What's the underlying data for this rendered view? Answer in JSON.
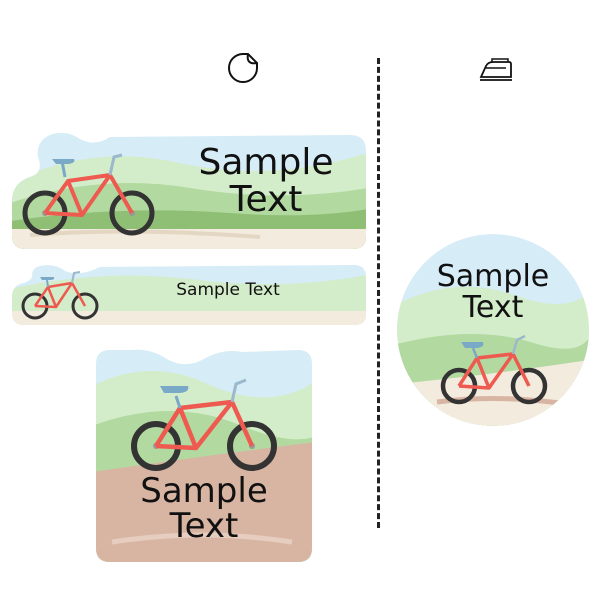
{
  "icons": {
    "left_column": "sticker-peel-icon",
    "right_column": "iron-icon"
  },
  "labels": {
    "large_rectangle": {
      "line1": "Sample",
      "line2": "Text"
    },
    "small_rectangle": {
      "text": "Sample Text"
    },
    "square": {
      "line1": "Sample",
      "line2": "Text"
    },
    "circle": {
      "line1": "Sample",
      "line2": "Text"
    }
  },
  "colors": {
    "sky": "#d6ecf7",
    "hill_light": "#d3ecc9",
    "hill_mid": "#b2d9a0",
    "hill_dark": "#8fbf75",
    "ground": "#f3ebde",
    "ground_square": "#d8b5a3",
    "bike_frame": "#ee5a4f",
    "bike_seat": "#7aa8c7",
    "tire": "#333333"
  }
}
